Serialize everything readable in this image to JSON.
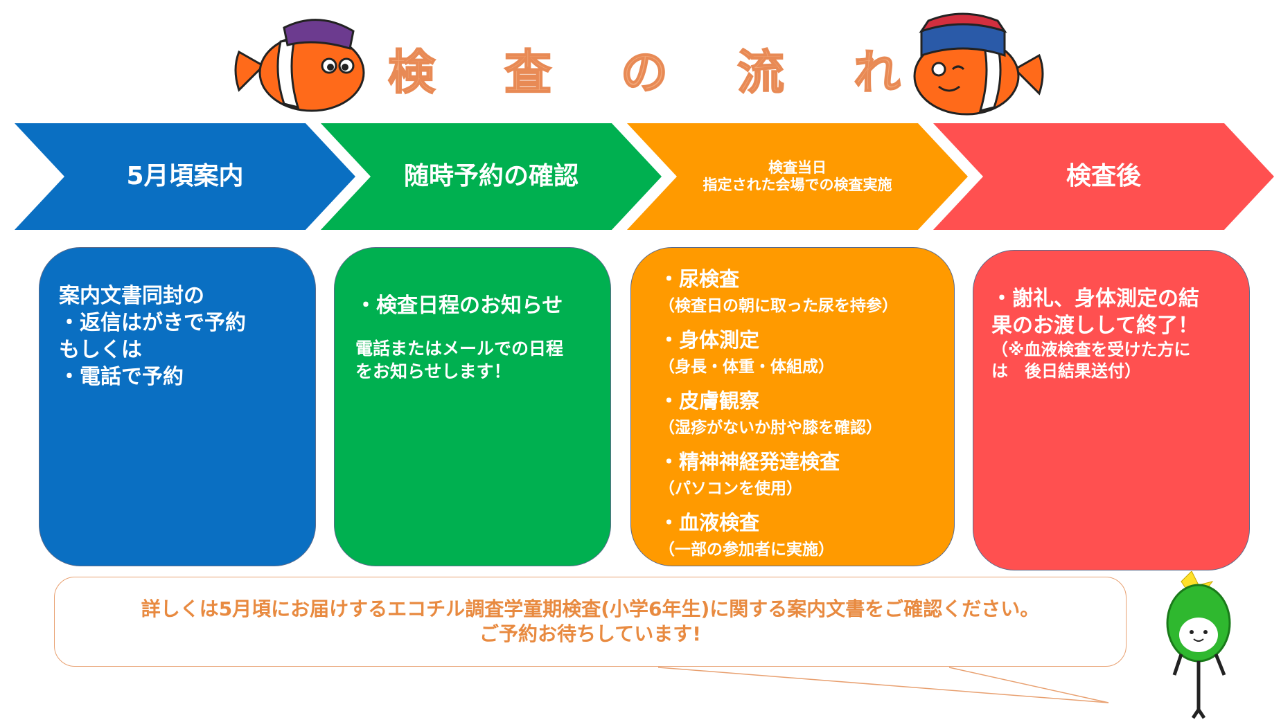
{
  "title": [
    "検",
    "査",
    "の",
    "流",
    "れ"
  ],
  "steps": [
    {
      "label": "5月頃案内",
      "color": "#0a6fc2"
    },
    {
      "label": "随時予約の確認",
      "color": "#00b050"
    },
    {
      "label_line1": "検査当日",
      "label_line2": "指定された会場での検査実施",
      "color": "#ff9a00"
    },
    {
      "label": "検査後",
      "color": "#ff5050"
    }
  ],
  "boxes": {
    "announce": "案内文書同封の\n・返信はがきで予約\nもしくは\n・電話で予約",
    "confirm": {
      "heading": "・検査日程のお知らせ",
      "body": "電話またはメールでの日程\nをお知らせします！"
    },
    "exam_items": [
      {
        "name": "・尿検査",
        "note": "（検査日の朝に取った尿を持参）"
      },
      {
        "name": "・身体測定",
        "note": "（身長・体重・体組成）"
      },
      {
        "name": "・皮膚観察",
        "note": "（湿疹がないか肘や膝を確認）"
      },
      {
        "name": "・精神神経発達検査",
        "note": "（パソコンを使用）"
      },
      {
        "name": "・血液検査",
        "note": "（一部の参加者に実施）"
      }
    ],
    "after": {
      "main": "・謝礼、身体測定の結\n果のお渡しして終了！",
      "note": "（※血液検査を受けた方に\nは　後日結果送付）"
    }
  },
  "bubble": {
    "line1": "詳しくは5月頃にお届けするエコチル調査学童期検査(小学6年生)に関する案内文書をご確認ください。",
    "line2": "ご予約お待ちしています!"
  }
}
